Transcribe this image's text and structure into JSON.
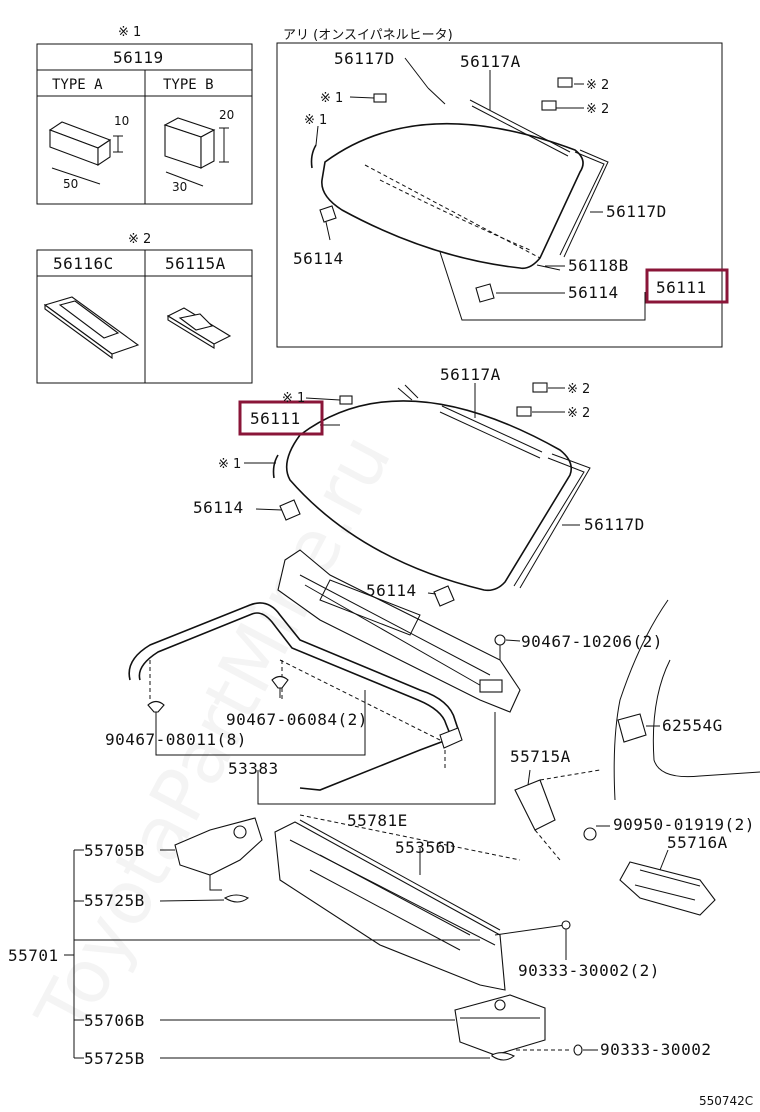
{
  "watermark": "ToyotaPartMine.ru",
  "diagram_id": "550742C",
  "box_note1": {
    "mark": "※ 1",
    "part": "56119",
    "type_a": "TYPE   A",
    "type_b": "TYPE   B",
    "dim_a_h": "10",
    "dim_a_w": "50",
    "dim_b_h": "20",
    "dim_b_w": "30"
  },
  "box_note2": {
    "mark": "※ 2",
    "part_left": "56116C",
    "part_right": "56115A"
  },
  "heated_box": {
    "title": "アリ (オンスイパネルヒータ)",
    "labels": {
      "p56117d_top": "56117D",
      "p56117a": "56117A",
      "mark2a": "※ 2",
      "mark2b": "※ 2",
      "mark1a": "※ 1",
      "mark1b": "※ 1",
      "p56117d_right": "56117D",
      "p56114_left": "56114",
      "p56118b": "56118B",
      "p56114_bottom": "56114",
      "p56111": "56111"
    }
  },
  "main": {
    "mark1_top": "※ 1",
    "p56117a": "56117A",
    "mark2a": "※ 2",
    "mark2b": "※ 2",
    "p56111": "56111",
    "mark1_left": "※ 1",
    "p56114_left": "56114",
    "p56117d": "56117D",
    "p56114_center": "56114",
    "p90467_10206": "90467-10206(2)",
    "p62554g": "62554G",
    "p90467_06084": "90467-06084(2)",
    "p90467_08011": "90467-08011(8)",
    "p53383": "53383",
    "p55715a": "55715A",
    "p55781e": "55781E",
    "p90950_01919": "90950-01919(2)",
    "p55705b": "55705B",
    "p55356d": "55356D",
    "p55716a": "55716A",
    "p55725b_a": "55725B",
    "p55701": "55701",
    "p90333_30002_2": "90333-30002(2)",
    "p55706b": "55706B",
    "p90333_30002": "90333-30002",
    "p55725b_b": "55725B"
  }
}
